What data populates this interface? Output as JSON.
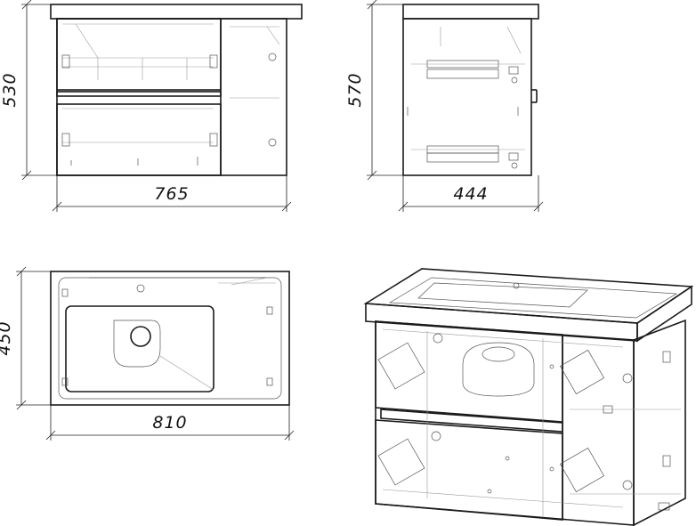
{
  "dimensions": {
    "front_height": "530",
    "front_width": "765",
    "side_height": "570",
    "side_depth": "444",
    "top_depth": "450",
    "top_width": "810"
  }
}
